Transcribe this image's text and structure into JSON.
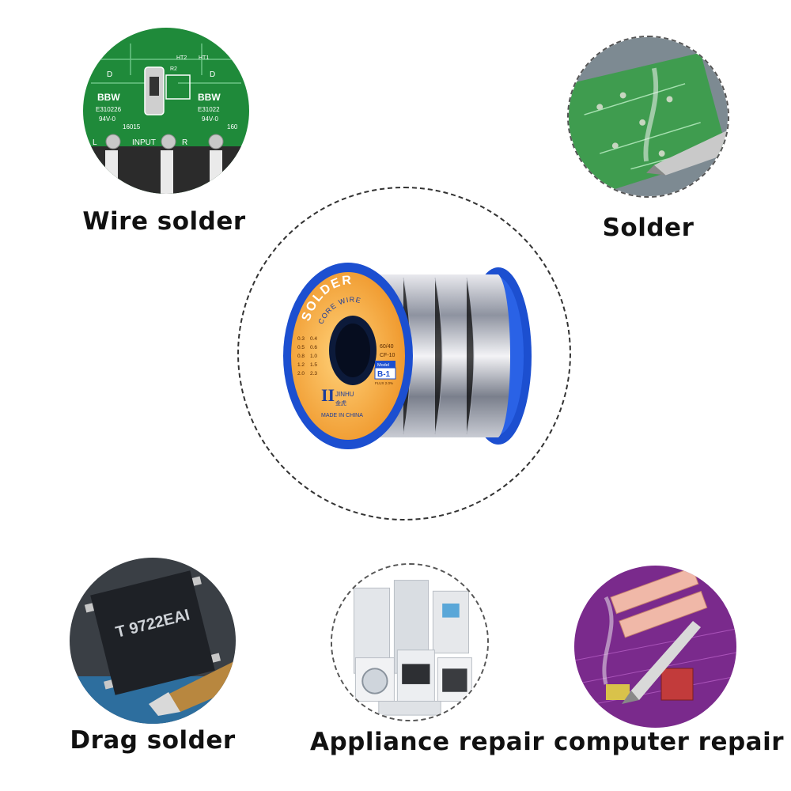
{
  "captions": {
    "wire_solder": "Wire solder",
    "solder": "Solder",
    "drag_solder": "Drag solder",
    "appliance_repair": "Appliance repair",
    "computer_repair": "computer repair"
  },
  "spool_label": {
    "brand_arc": "SOLDER",
    "sub_arc": "CORE WIRE",
    "sizes_left": [
      "0.3",
      "0.5",
      "0.8",
      "1.2",
      "2.0"
    ],
    "sizes_right": [
      "0.4",
      "0.6",
      "1.0",
      "1.5",
      "2.3"
    ],
    "alloy": "60/40",
    "flux": "CF-10",
    "model_label": "Model",
    "model": "B-1",
    "flux_pct": "FLUX 2.0%",
    "brand": "JINHU",
    "brand_cn": "金虎",
    "origin": "MADE IN CHINA"
  },
  "pcb_labels": {
    "wire": {
      "bbw_left": "BBW",
      "bbw_right": "BBW",
      "code_left": "E310226",
      "code_right": "E31022",
      "rating_left": "94V-0",
      "rating_right": "94V-0",
      "part_left": "16015",
      "part_right": "160",
      "input": "INPUT",
      "r2": "R2",
      "ht1": "HT1",
      "ht2": "HT2",
      "d_left": "D",
      "d_right": "D",
      "l": "L",
      "r": "R"
    },
    "chip": "T 9722EAI"
  },
  "colors": {
    "pcb_green": "#1f8a3a",
    "spool_blue": "#1c4fd0",
    "label_orange": "#f2a23a",
    "ring": "#333333"
  }
}
